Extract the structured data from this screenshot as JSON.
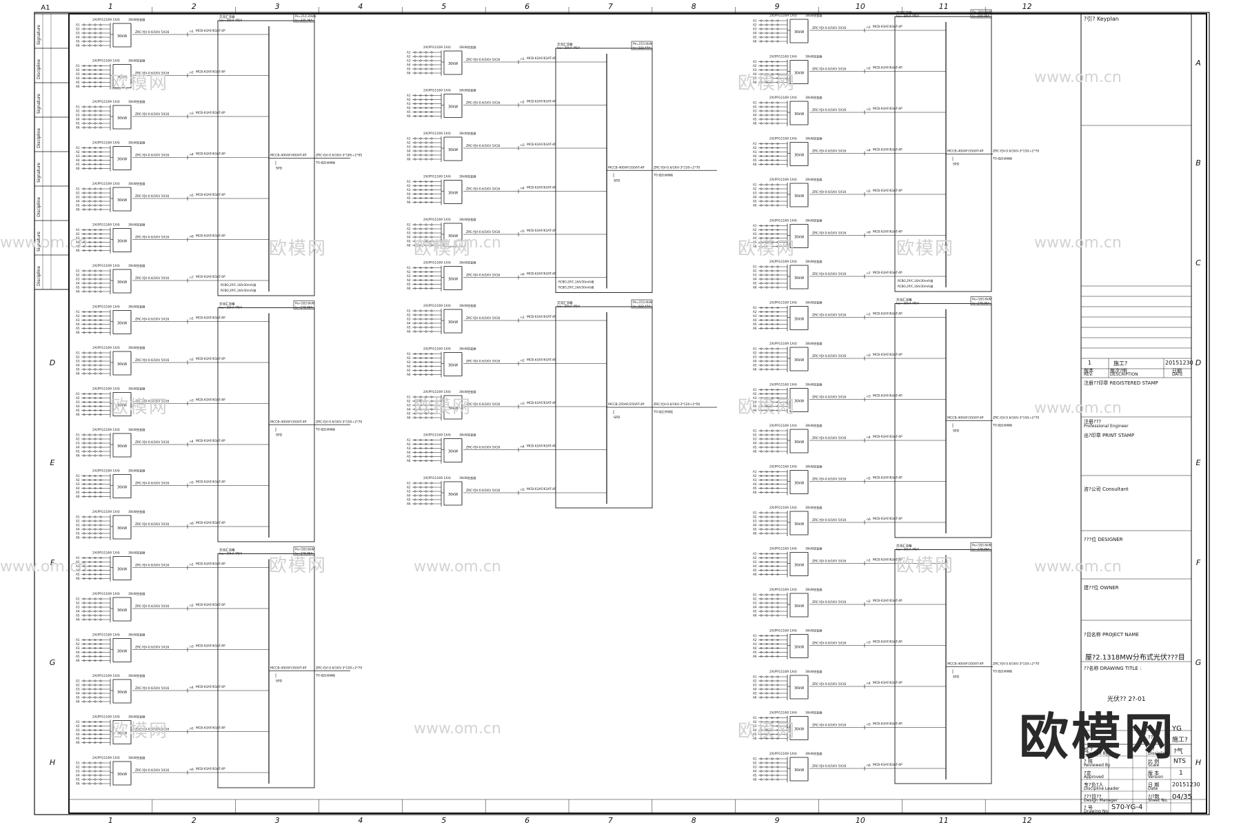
{
  "sheet": {
    "size_tag": "A1",
    "col_labels": [
      "1",
      "2",
      "3",
      "4",
      "5",
      "6",
      "7",
      "8",
      "9",
      "10",
      "11",
      "12"
    ],
    "row_labels_left": [
      "D",
      "E",
      "F",
      "G",
      "H"
    ],
    "row_labels_right": [
      "A",
      "B",
      "C",
      "D",
      "E",
      "F",
      "G",
      "H"
    ]
  },
  "left_stamp_block": {
    "rows": [
      "Signature",
      "Discipline",
      "Signature",
      "Discipline",
      "Signature",
      "Discipline",
      "Signature",
      "Discipline"
    ]
  },
  "circuit_text": {
    "combiner_title": "2X(PFG1169 1X4)",
    "inputs": [
      "A1",
      "A2",
      "A3",
      "A4",
      "A5",
      "A6"
    ],
    "inverter_label": "30kW",
    "inverter_tag": "30kW逆变器",
    "cable_branch": "ZRC-YJV-0.6/1KV 5X16",
    "mcb_branch": "MCB-63AF/63AT-4P",
    "mccb_400_350": "MCCB-400AF/350AT-4P",
    "mccb_400_400": "MCCB-400AF/400AT-4P",
    "mccb_250": "MCCB-250AF/250AT-4P",
    "feeder_150": "ZRC-YJV-0.6/1KV-3*150+2*70",
    "feeder_185": "ZRC-YJV-0.6/1KV-3*185+2*95",
    "feeder_120": "ZRC-YJV-0.6/1KV-3*120+2*50",
    "spd": "SPD",
    "rcbo1": "RCBO,2P/C,16A/30mA/维",
    "rcbo2": "RCBO,2P/C,16A/30mA/维",
    "to_lv": "TO:低压并网柜",
    "box_header": "交流汇流箱",
    "box_rating": "Icu=30kA IP54",
    "pe_180": "Pe=183.6kW",
    "ie_278": "Ie=278.96A",
    "pe_214": "Pe=214.20kW",
    "ie_325": "Ie=325.46A",
    "pe_153": "Pe=153.0kW",
    "ie_232": "Ie=232.47A",
    "pe_204": "Pe=204.0kW",
    "ie_309": "Ie=309.96A"
  },
  "title_block": {
    "keyplan": "?引?  Keyplan",
    "rev_no": "1",
    "rev_desc": "施工?",
    "rev_date": "20151230",
    "rev_h1": "版本",
    "rev_h1_en": "REV.",
    "rev_h2": "版次?明",
    "rev_h2_en": "DESCRIPTION",
    "rev_h3": "日期",
    "rev_h3_en": "DATE",
    "registered_stamp": "注册??印章 REGISTERED STAMP",
    "engineer": "注册???",
    "engineer_en": "Professional Engineer",
    "print_stamp": "出?印章 PRINT STAMP",
    "consultant": "咨?公司 Consultant",
    "designer": "???位  DESIGNER",
    "owner": "建??位  OWNER",
    "project_name_label": "?目名称 PROJECT NAME",
    "project_name": "屋?2.1318MW分布式光伏???目",
    "drawing_title_label": "??名称 DRAWING TITLE :",
    "drawing_title": "光伏?? 2?-01",
    "designed_by_value": "YG",
    "checked_by_label": "校 ?",
    "checked_by_en": "Checked By",
    "reviewed_by_label": "? 核",
    "reviewed_by_en": "Reviewed By",
    "approved_label": "?定",
    "approved_en": "Approved",
    "discipline_leader": "专?负?人",
    "discipline_leader_en": "Discipline Leader",
    "design_manager": "???目??",
    "design_manager_en": "Design Manager",
    "stage_label": "??",
    "stage_value": "施工?",
    "discipline_label": "?  ?",
    "discipline_en": "Discipline",
    "discipline_value": "?气",
    "scale_label": "比 例",
    "scale_en": "Scale",
    "scale_value": "NTS",
    "version_label": "版 本",
    "version_en": "Version",
    "version_value": "1",
    "date_label": "日 期",
    "date_en": "Date",
    "date_value": "20151230",
    "sheet_no_label": "?/?数",
    "sheet_no_en": "Sheet No.",
    "sheet_no_value": "04/35",
    "drawing_no_label": "? 号",
    "drawing_no_en": "Drawing No.",
    "drawing_no_value": "S70-YG-4"
  },
  "watermarks": {
    "site": "www.om.cn",
    "brand": "欧模网",
    "big_logo": "欧模网"
  }
}
